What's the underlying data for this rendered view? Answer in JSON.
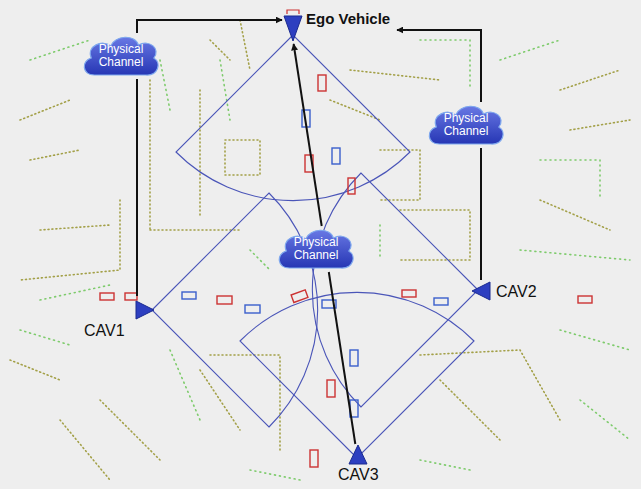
{
  "diagram": {
    "nodes": [
      {
        "text": [
          "Ego Vehicle"
        ]
      },
      {
        "text": [
          "Physical Channel"
        ]
      },
      {
        "text": [
          "Physical Channel"
        ]
      },
      {
        "text": [
          "Physical Channel"
        ]
      },
      {
        "text": [
          "CAV2"
        ]
      },
      {
        "text": [
          "CAV1"
        ]
      },
      {
        "text": [
          "CAV3"
        ]
      }
    ],
    "edges": [
      {
        "from": 5,
        "to": 1,
        "arrow": "none"
      },
      {
        "from": 1,
        "to": 0,
        "arrow": "to"
      },
      {
        "from": 4,
        "to": 2,
        "arrow": "none"
      },
      {
        "from": 2,
        "to": 0,
        "arrow": "to"
      },
      {
        "from": 6,
        "to": 3,
        "arrow": "none"
      },
      {
        "from": 3,
        "to": 0,
        "arrow": "to"
      }
    ]
  }
}
